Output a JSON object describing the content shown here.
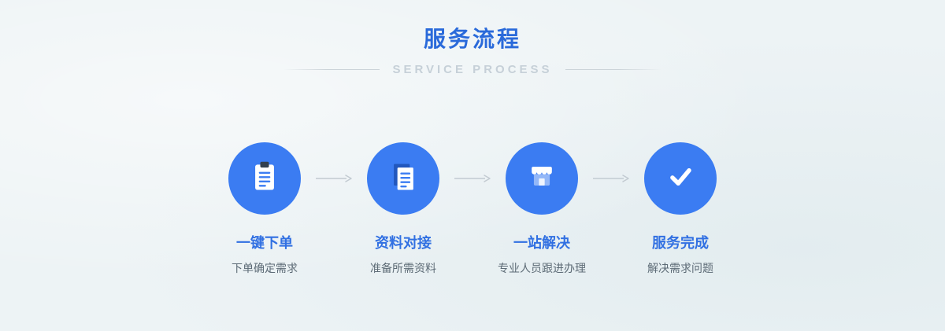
{
  "header": {
    "title": "服务流程",
    "subtitle": "SERVICE PROCESS"
  },
  "colors": {
    "background": "#edf3f5",
    "title_blue": "#2a6ada",
    "circle_blue": "#3b7cf2",
    "step_title_blue": "#3170e2",
    "desc_gray": "#5d6b76",
    "subtitle_gray": "#c6d0d8",
    "arrow_gray": "#c2cad1",
    "clipboard_clip_dark": "#33404e",
    "document_back_blue": "#2257bd"
  },
  "steps": [
    {
      "title": "一键下单",
      "desc": "下单确定需求",
      "icon": "clipboard-icon"
    },
    {
      "title": "资料对接",
      "desc": "准备所需资料",
      "icon": "document-icon"
    },
    {
      "title": "一站解决",
      "desc": "专业人员跟进办理",
      "icon": "storefront-icon"
    },
    {
      "title": "服务完成",
      "desc": "解决需求问题",
      "icon": "check-icon"
    }
  ]
}
